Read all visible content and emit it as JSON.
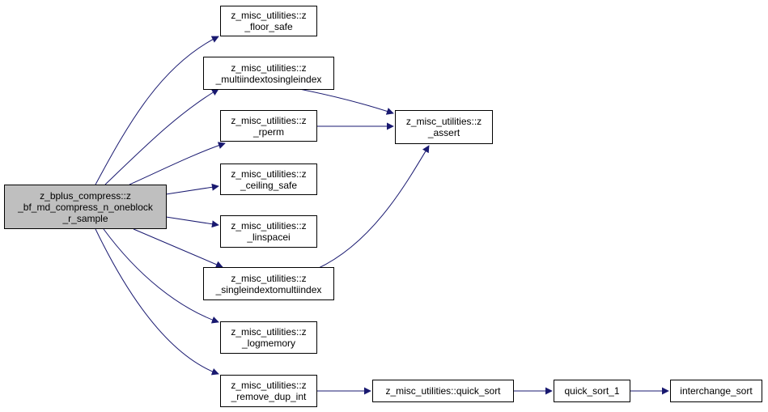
{
  "colors": {
    "edge": "#191970",
    "root_fill": "#bfbfbf",
    "node_fill": "#ffffff",
    "border": "#000000"
  },
  "nodes": {
    "root": {
      "lines": [
        "z_bplus_compress::z",
        "_bf_md_compress_n_oneblock",
        "_r_sample"
      ]
    },
    "floor": {
      "lines": [
        "z_misc_utilities::z",
        "_floor_safe"
      ]
    },
    "multi": {
      "lines": [
        "z_misc_utilities::z",
        "_multiindextosingleindex"
      ]
    },
    "rperm": {
      "lines": [
        "z_misc_utilities::z",
        "_rperm"
      ]
    },
    "ceiling": {
      "lines": [
        "z_misc_utilities::z",
        "_ceiling_safe"
      ]
    },
    "linspace": {
      "lines": [
        "z_misc_utilities::z",
        "_linspacei"
      ]
    },
    "single": {
      "lines": [
        "z_misc_utilities::z",
        "_singleindextomultiindex"
      ]
    },
    "logmem": {
      "lines": [
        "z_misc_utilities::z",
        "_logmemory"
      ]
    },
    "remdup": {
      "lines": [
        "z_misc_utilities::z",
        "_remove_dup_int"
      ]
    },
    "assert": {
      "lines": [
        "z_misc_utilities::z",
        "_assert"
      ]
    },
    "qsort": {
      "lines": [
        "z_misc_utilities::quick_sort"
      ]
    },
    "qsort1": {
      "lines": [
        "quick_sort_1"
      ]
    },
    "interchange": {
      "lines": [
        "interchange_sort"
      ]
    }
  }
}
